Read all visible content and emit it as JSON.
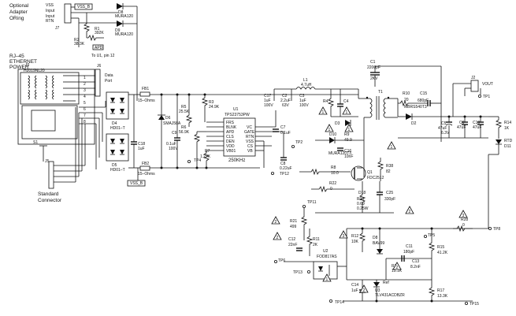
{
  "top_left": {
    "optional_label": "Optional",
    "adapter_label": "Adapter",
    "oring_label": "ORing",
    "vss_input": "VSS",
    "input_line": "Input",
    "input_rtn_1": "Input",
    "input_rtn_2": "RTN",
    "j7": "J7",
    "vss_tag": "VSS_B",
    "to_u1": "To U1, pin 12",
    "apd_tag": "APD",
    "d8": "D8",
    "d8_part": "MURA120",
    "d9": "D9",
    "d9_part": "MURA120",
    "r1": "R1",
    "r1_val": "392K",
    "r2": "R2",
    "r2_val": "38.3K"
  },
  "left": {
    "rj45": "RJ–45",
    "ethernet": "ETHERNET",
    "power": "POWER",
    "j3": "J3",
    "transformer": "H2019NL20",
    "j6": "J6",
    "data_port_1": "Data",
    "data_port_2": "Port",
    "j5": "J5",
    "standard": "Standard",
    "connector": "Connector",
    "pin_labels": [
      "1",
      "2",
      "3",
      "4",
      "5",
      "6",
      "7",
      "8"
    ]
  },
  "bridge": {
    "d4": "D4",
    "d4_part": "HD01–T",
    "d5": "D5",
    "d5_part": "HD01–T",
    "fb1": "FB1",
    "fb1_val": "15–Ohms",
    "fb2": "FB2",
    "fb2_val": "15–Ohms",
    "d6": "D6",
    "d6_part": "SMAJ58A",
    "c18": "C18",
    "c18_val": "1uF",
    "vss_tag": "VSS_B"
  },
  "controller": {
    "u1": "U1",
    "u1_part": "TPS23753PW",
    "freq": "250KHz",
    "pins_left": [
      "FRS",
      "BLNK",
      "APD",
      "CLS",
      "DEN",
      "VDD",
      "VB01"
    ],
    "pins_right": [
      "VC",
      "GATE",
      "RTN",
      "VSS",
      "CS",
      "VB"
    ],
    "r3": "R3",
    "r3_val": "24.9K",
    "r5": "R5",
    "r5_val": "25.5K",
    "r6": "R6",
    "r6_val": "56.9K",
    "c9": "C9",
    "c9_val": "0.1uF",
    "c9_v": "100V",
    "r7": "R7",
    "r7_val": "1.27K",
    "tp4": "TP4",
    "c7": "C7",
    "c7_val": "0.1uF",
    "tp2": "TP2",
    "c8": "C8",
    "c8_val": "0.22uF",
    "d8b": "D8",
    "tp12": "TP12"
  },
  "input_filter": {
    "c17": "C17",
    "c17_val": "1uF",
    "c17_v": "100V",
    "c2": "C2",
    "c2_val": "2.2uF",
    "c2_v": "63V",
    "c3": "C3",
    "c3_val": "1uF",
    "c3_v": "100V",
    "l1": "L1",
    "l1_val": "4.7uH",
    "r4": "R4",
    "c4": "C4",
    "d3": "D3"
  },
  "power_stage": {
    "c1": "C1",
    "c1_val": "2200pF",
    "c1_v": "2KV",
    "t1": "T1",
    "r10": "R10",
    "r10_val": "20",
    "c15": "C15",
    "c15_val": "680pF",
    "d2": "D2",
    "d2_part": "MBRS540T3",
    "c5": "C5",
    "c5_val": "47uF",
    "c5_v": "6.3V",
    "c6": "C6",
    "c6_val": "47uF",
    "c10": "C10",
    "c10_val": "47uF",
    "j2": "J2",
    "vout": "VOUT",
    "tp1": "TP1",
    "r14": "R14",
    "r14_val": "1K",
    "d11": "D11",
    "rtd": "RTD",
    "d10": "D10",
    "d10_part": "MURA120T3",
    "r9": "R9",
    "r9_val": "49.9",
    "c16": "C16",
    "c16_val": "10nF",
    "r8": "R8",
    "r8_val": "10.0",
    "q1": "Q1",
    "q1_part": "FDC2512",
    "r38": "R38",
    "r38_val": "82",
    "r22": "R22",
    "r22_val": "0",
    "d18": "D18",
    "r18": "R18",
    "r18_val": "0.69",
    "r18_w": "0.25W",
    "c25": "C25",
    "c25_val": "330pF"
  },
  "feedback": {
    "tp11": "TP11",
    "r21": "R21",
    "r21_val": "499",
    "c12": "C12",
    "c12_val": "22nF",
    "r11": "R11",
    "r11_val": "2K",
    "u2": "U2",
    "u2_part": "FOD817AS",
    "tp6": "TP6",
    "tp13": "TP13",
    "r12": "R12",
    "r12_val": "10K",
    "d8c": "D8",
    "d8c_part": "BAV99",
    "tp5": "TP5",
    "r15": "R15",
    "r15_val": "41.2K",
    "c11": "C11",
    "c11_val": "180pF",
    "r16": "R16",
    "r16_val": "15.1K",
    "c13": "C13",
    "c13_val": "8.2nF",
    "r28": "R28",
    "r28_val": "0",
    "tp8": "TP8",
    "c14": "C14",
    "c14_val": "1uF",
    "u3": "U3",
    "u3_part": "TLV431ACDBZR",
    "r17": "R17",
    "r17_val": "13.3K",
    "tp14": "TP14",
    "tp15": "TP15"
  },
  "warning_marks": [
    "1",
    "1",
    "1",
    "1",
    "2",
    "2",
    "2",
    "2",
    "3",
    "3",
    "1",
    "1",
    "2"
  ]
}
